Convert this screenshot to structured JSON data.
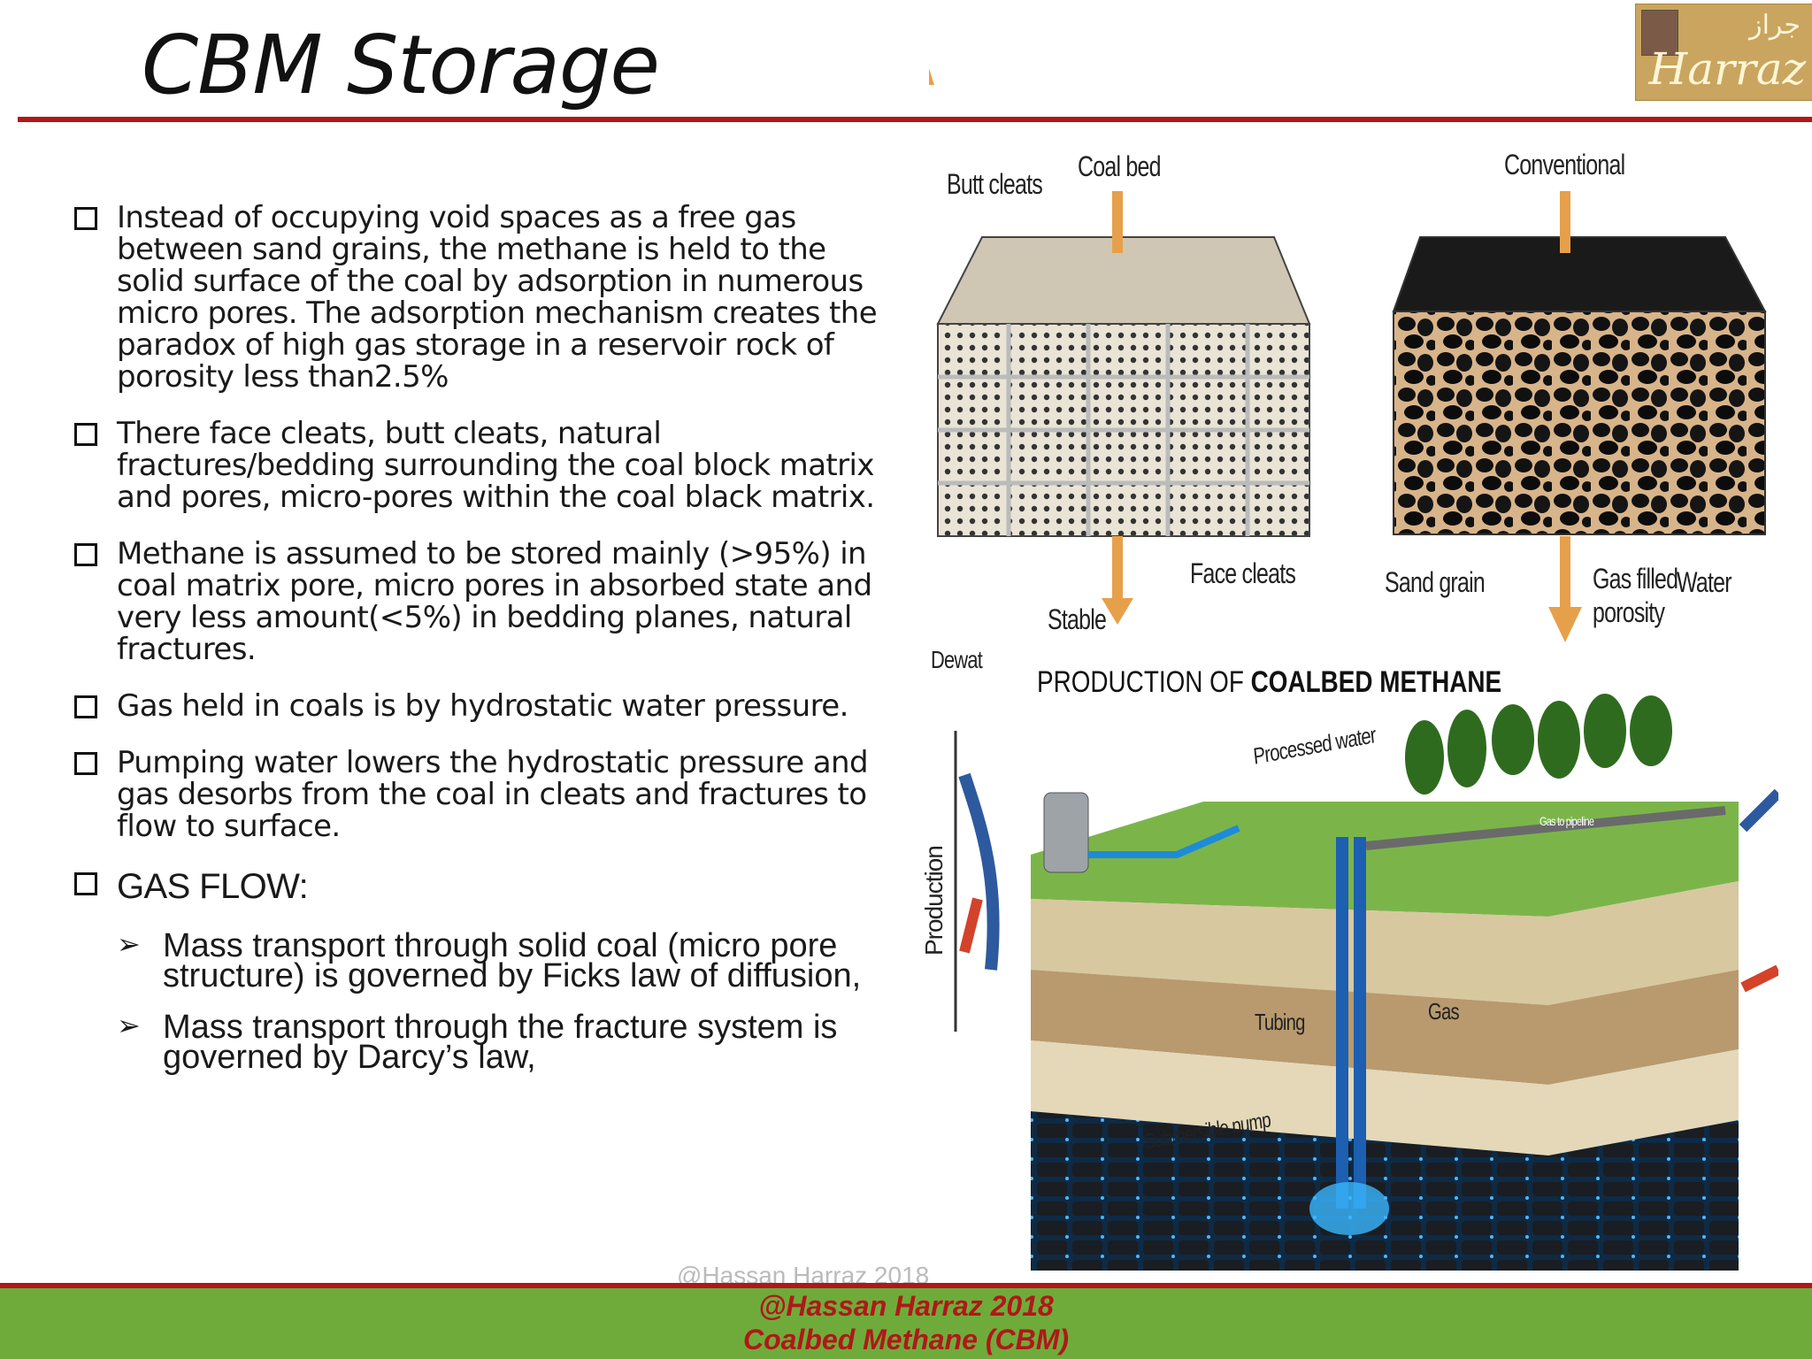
{
  "slide": {
    "title": "CBM Storage",
    "logo_arabic": "جراز",
    "logo_name": "Harraz"
  },
  "bullets": [
    "Instead of occupying void spaces as a free gas between sand grains, the methane is held to the solid surface of the coal by adsorption in numerous micro pores. The adsorption mechanism creates the paradox of high gas storage in a reservoir rock of porosity less than2.5%",
    "There face cleats, butt cleats, natural fractures/bedding surrounding the coal block matrix and pores, micro-pores within the coal black matrix.",
    "Methane is assumed to be stored mainly (>95%) in coal matrix pore, micro pores in absorbed state and very less amount(<5%) in bedding planes, natural fractures.",
    "Gas held in coals is by hydrostatic water pressure.",
    "Pumping water lowers the hydrostatic pressure and gas desorbs from the coal in cleats and fractures to flow to surface."
  ],
  "gas_flow": {
    "heading": "GAS FLOW:",
    "items": [
      "Mass transport through solid coal (micro pore structure) is governed by Ficks law of diffusion,",
      "Mass transport through the fracture system is governed by Darcy’s law,"
    ]
  },
  "figure_top": {
    "labels": {
      "butt_cleats": "Butt cleats",
      "coal_bed": "Coal bed",
      "conventional": "Conventional",
      "face_cleats": "Face cleats",
      "stable": "Stable",
      "sand_grain": "Sand grain",
      "gas_filled_porosity_1": "Gas filled",
      "gas_filled_porosity_2": "porosity",
      "water": "Water"
    }
  },
  "figure_bottom": {
    "title_normal": "PRODUCTION OF ",
    "title_bold": "COALBED METHANE",
    "labels": {
      "processed_water": "Processed water",
      "gas_to_pipeline": "Gas to pipeline",
      "tubing": "Tubing",
      "gas": "Gas",
      "submersible_pump": "Submersible pump",
      "dewat": "Dewat",
      "production": "Production"
    }
  },
  "watermark": "@Hassan Harraz 2018",
  "footer": {
    "line1": "@Hassan Harraz 2018",
    "line2": "Coalbed Methane (CBM)"
  },
  "colors": {
    "accent_red": "#b01818",
    "footer_green": "#6fab3b"
  }
}
